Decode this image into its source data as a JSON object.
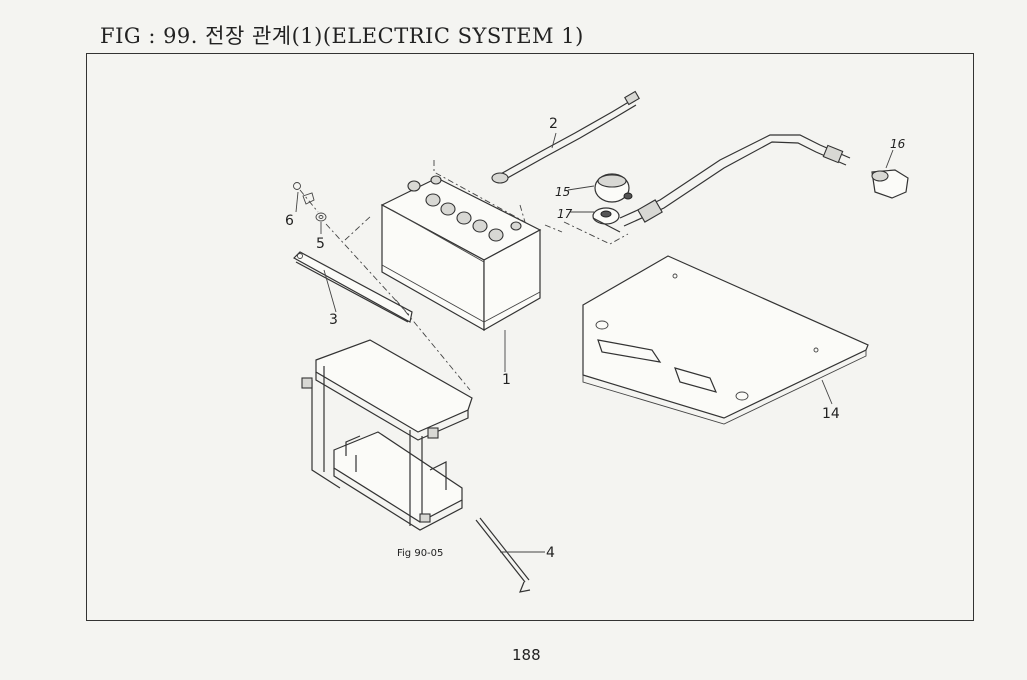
{
  "figure": {
    "title": "FIG : 99. 전장 관계(1)(ELECTRIC SYSTEM 1)",
    "page_number": "188",
    "sub_reference": "Fig 90-05"
  },
  "callouts": [
    {
      "id": "1",
      "part": "battery"
    },
    {
      "id": "2",
      "part": "battery-cable"
    },
    {
      "id": "3",
      "part": "battery-hold-bar"
    },
    {
      "id": "4",
      "part": "hook-bolt"
    },
    {
      "id": "5",
      "part": "washer"
    },
    {
      "id": "6",
      "part": "nut"
    },
    {
      "id": "14",
      "part": "battery-cover-mat"
    },
    {
      "id": "15",
      "part": "terminal-cover"
    },
    {
      "id": "16",
      "part": "terminal-cap"
    },
    {
      "id": "17",
      "part": "terminal-clamp"
    }
  ]
}
